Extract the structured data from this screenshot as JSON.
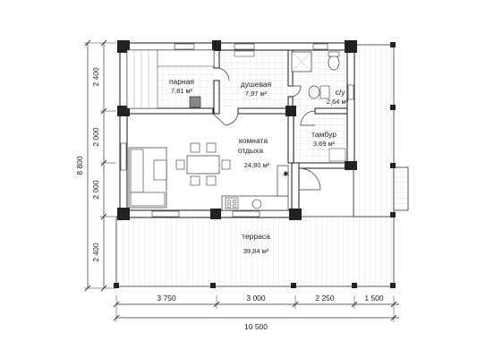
{
  "rooms": {
    "steam": {
      "name": "парная",
      "area": "7,81 м²"
    },
    "shower": {
      "name": "душевая",
      "area": "7,97 м²"
    },
    "wc": {
      "name": "с/у",
      "area": "2,64 м²"
    },
    "vestibule": {
      "name": "тамбур",
      "area": "3,69 м²"
    },
    "lounge": {
      "name_line1": "комната",
      "name_line2": "отдыха",
      "area": "24,80 м²"
    },
    "terrace": {
      "name": "терраса",
      "area": "39,84 м²"
    }
  },
  "dimensions": {
    "bottom": [
      "3 750",
      "3 000",
      "2 250",
      "1 500"
    ],
    "bottom_total": "10 500",
    "left": [
      "2 400",
      "2 000",
      "2 000",
      "2 400"
    ],
    "left_total": "8 800"
  }
}
